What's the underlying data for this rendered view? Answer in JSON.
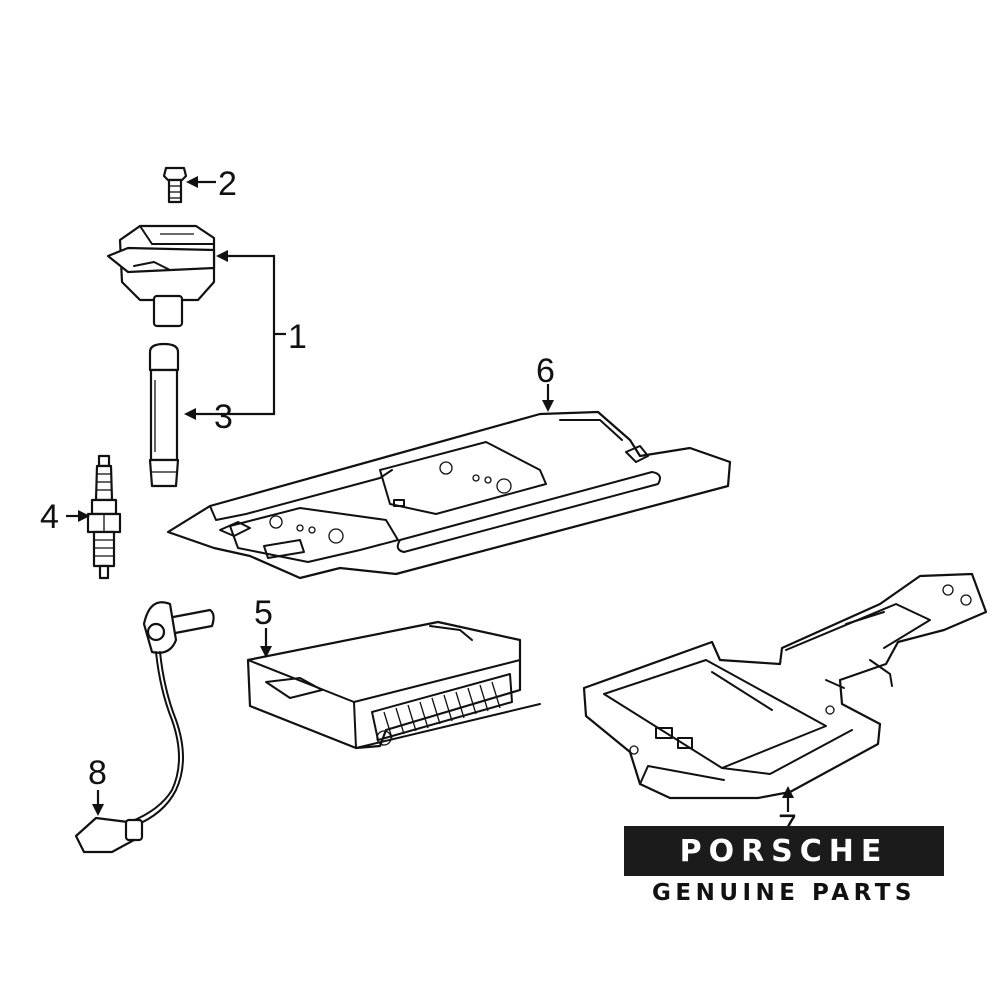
{
  "callouts": {
    "c1": "1",
    "c2": "2",
    "c3": "3",
    "c4": "4",
    "c5": "5",
    "c6": "6",
    "c7": "7",
    "c8": "8"
  },
  "brand": {
    "wordmark": "PORSCHE",
    "subtitle": "GENUINE PARTS"
  },
  "colors": {
    "line": "#111111",
    "background": "#ffffff",
    "brand_bar": "#1b1b1b"
  }
}
